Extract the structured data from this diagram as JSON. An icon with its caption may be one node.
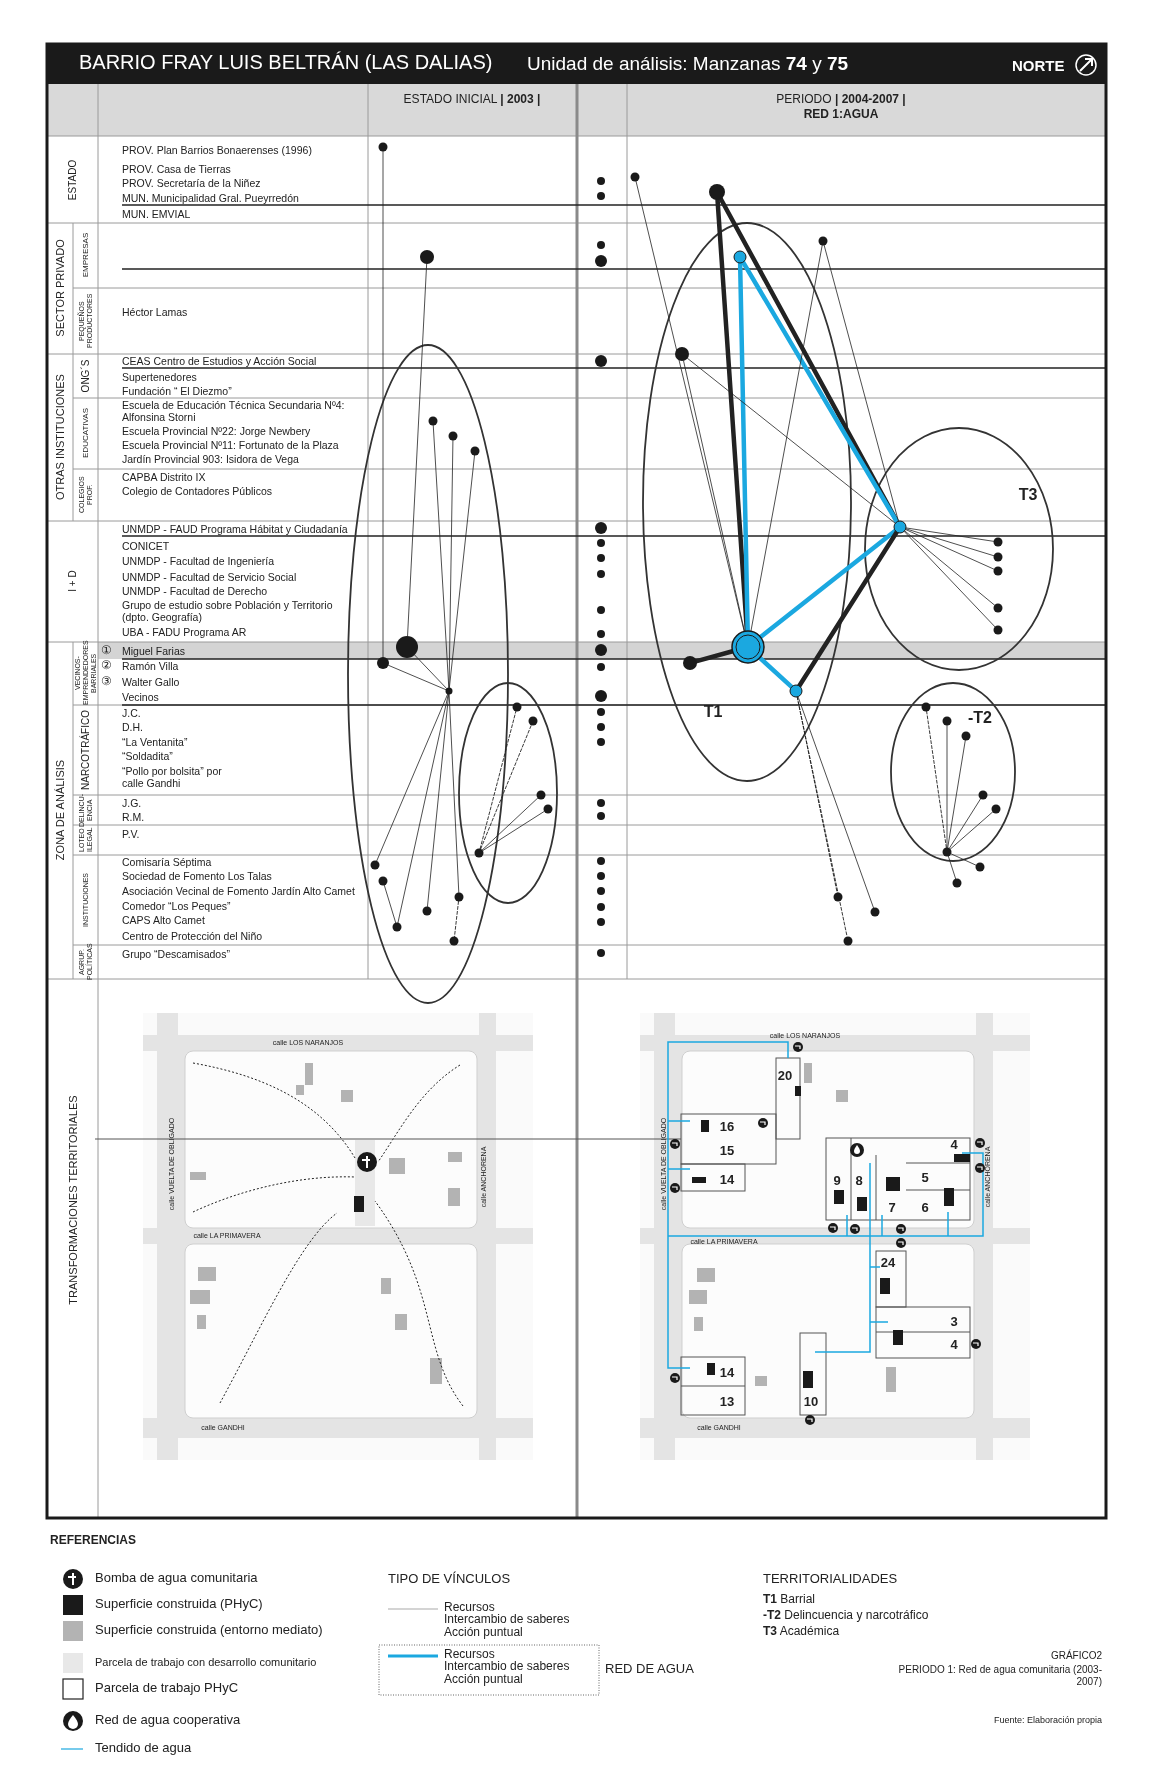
{
  "diagram": {
    "title": "BARRIO FRAY LUIS BELTRÁN (LAS DALIAS)",
    "nodes": [
      {
        "text": [],
        "shape": "circle"
      },
      {
        "text": [],
        "shape": "circle"
      },
      {
        "text": [],
        "shape": "circle"
      },
      {
        "text": [],
        "shape": "circle"
      },
      {
        "text": [],
        "shape": "circle"
      },
      {
        "text": [],
        "shape": "circle"
      },
      {
        "text": [],
        "shape": "circle"
      },
      {
        "text": [],
        "shape": "circle"
      },
      {
        "text": [],
        "shape": "circle"
      },
      {
        "text": [],
        "shape": "circle"
      },
      {
        "text": [],
        "shape": "circle"
      },
      {
        "text": [],
        "shape": "circle"
      },
      {
        "text": [],
        "shape": "circle"
      },
      {
        "text": [],
        "shape": "circle"
      },
      {
        "text": [],
        "shape": "circle"
      },
      {
        "text": [],
        "shape": "circle"
      },
      {
        "text": [],
        "shape": "circle"
      },
      {
        "text": [],
        "shape": "circle"
      },
      {
        "text": [],
        "shape": "circle"
      },
      {
        "text": [],
        "shape": "circle"
      },
      {
        "text": [],
        "shape": "circle"
      },
      {
        "text": [],
        "shape": "circle"
      },
      {
        "text": [],
        "shape": "circle"
      },
      {
        "text": [],
        "shape": "circle"
      },
      {
        "text": [],
        "shape": "circle"
      },
      {
        "text": [],
        "shape": "circle"
      },
      {
        "text": [],
        "shape": "circle"
      },
      {
        "text": [],
        "shape": "circle"
      },
      {
        "text": [],
        "shape": "circle"
      },
      {
        "text": [],
        "shape": "circle"
      },
      {
        "text": [],
        "shape": "circle"
      },
      {
        "text": [],
        "shape": "circle"
      },
      {
        "text": [],
        "shape": "circle"
      },
      {
        "text": [],
        "shape": "circle"
      },
      {
        "text": [],
        "shape": "circle"
      },
      {
        "text": [],
        "shape": "circle"
      },
      {
        "text": [],
        "shape": "circle"
      },
      {
        "text": [],
        "shape": "circle"
      },
      {
        "text": [],
        "shape": "circle"
      },
      {
        "text": [],
        "shape": "circle"
      },
      {
        "text": [],
        "shape": "circle"
      },
      {
        "text": [],
        "shape": "circle"
      },
      {
        "text": [],
        "shape": "circle"
      },
      {
        "text": [],
        "shape": "circle"
      }
    ],
    "edges": [
      {
        "from": 0,
        "to": 6,
        "arrow": "none"
      },
      {
        "from": 1,
        "to": 5,
        "arrow": "none"
      },
      {
        "from": 2,
        "to": 7,
        "arrow": "none"
      },
      {
        "from": 3,
        "to": 7,
        "arrow": "none"
      },
      {
        "from": 4,
        "to": 7,
        "arrow": "none"
      },
      {
        "from": 5,
        "to": 7,
        "arrow": "none"
      },
      {
        "from": 6,
        "to": 7,
        "arrow": "none"
      },
      {
        "from": 7,
        "to": 13,
        "arrow": "none"
      },
      {
        "from": 7,
        "to": 17,
        "arrow": "none"
      },
      {
        "from": 7,
        "to": 16,
        "arrow": "none"
      },
      {
        "from": 7,
        "to": 15,
        "arrow": "none"
      },
      {
        "from": 15,
        "to": 18,
        "arrow": "none",
        "style": "dashed"
      },
      {
        "from": 14,
        "to": 17,
        "arrow": "none"
      },
      {
        "from": 12,
        "to": 8,
        "arrow": "none",
        "style": "dashed"
      },
      {
        "from": 12,
        "to": 9,
        "arrow": "none",
        "style": "dashed"
      },
      {
        "from": 12,
        "to": 10,
        "arrow": "none"
      },
      {
        "from": 12,
        "to": 11,
        "arrow": "none"
      },
      {
        "from": 19,
        "to": 30,
        "arrow": "none"
      },
      {
        "from": 20,
        "to": 30,
        "arrow": "none",
        "style": "thick"
      },
      {
        "from": 20,
        "to": 24,
        "arrow": "none",
        "style": "thick"
      },
      {
        "from": 21,
        "to": 30,
        "arrow": "none",
        "style": "thick",
        "color": "#1ba8e0"
      },
      {
        "from": 21,
        "to": 24,
        "arrow": "none",
        "style": "thick",
        "color": "#1ba8e0"
      },
      {
        "from": 22,
        "to": 30,
        "arrow": "none"
      },
      {
        "from": 22,
        "to": 24,
        "arrow": "none"
      },
      {
        "from": 23,
        "to": 30,
        "arrow": "none"
      },
      {
        "from": 23,
        "to": 24,
        "arrow": "none"
      },
      {
        "from": 24,
        "to": 25,
        "arrow": "none"
      },
      {
        "from": 24,
        "to": 26,
        "arrow": "none"
      },
      {
        "from": 24,
        "to": 27,
        "arrow": "none"
      },
      {
        "from": 24,
        "to": 28,
        "arrow": "none"
      },
      {
        "from": 24,
        "to": 29,
        "arrow": "none"
      },
      {
        "from": 24,
        "to": 30,
        "arrow": "none",
        "style": "thick",
        "color": "#1ba8e0"
      },
      {
        "from": 24,
        "to": 32,
        "arrow": "none",
        "style": "thick"
      },
      {
        "from": 30,
        "to": 31,
        "arrow": "none",
        "style": "thick"
      },
      {
        "from": 30,
        "to": 32,
        "arrow": "none",
        "style": "thick",
        "color": "#1ba8e0"
      },
      {
        "from": 32,
        "to": 41,
        "arrow": "none",
        "style": "dashed"
      },
      {
        "from": 32,
        "to": 42,
        "arrow": "none"
      },
      {
        "from": 32,
        "to": 43,
        "arrow": "none",
        "style": "dashed"
      },
      {
        "from": 38,
        "to": 33,
        "arrow": "none",
        "style": "dashed"
      },
      {
        "from": 38,
        "to": 34,
        "arrow": "none"
      },
      {
        "from": 38,
        "to": 35,
        "arrow": "none"
      },
      {
        "from": 38,
        "to": 36,
        "arrow": "none"
      },
      {
        "from": 38,
        "to": 37,
        "arrow": "none"
      },
      {
        "from": 38,
        "to": 39,
        "arrow": "none"
      },
      {
        "from": 38,
        "to": 40,
        "arrow": "none"
      }
    ],
    "labels": [
      "Unidad de análisis: Manzanas **74** y **75**",
      "NORTE",
      "ESTADO INICIAL **| 2003 |**",
      "PERIODO **| 2004-2007 |**",
      "RED 1:AGUA",
      "ESTADO",
      "SECTOR PRIVADO",
      "EMPRESAS",
      "PEQUEÑOS PRODUCTORES",
      "OTRAS INSTITUCIONES",
      "ONG´S",
      "EDUCATIVAS",
      "COLEGIOS PROF.",
      "I + D",
      "ZONA DE ANÁLISIS",
      "VECINOS-EMPRENDEDORES BARRIALES",
      "NARCOTRÁFICO",
      "DELINCU-ENCIA",
      "LOTEO ILEGAL",
      "INSTITUCIONES",
      "AGRUP. POLÍTICAS",
      "TRANSFORMACIONES TERRITORIALES",
      "PROV. Plan Barrios Bonaerenses (1996)",
      "PROV. Casa de Tierras",
      "PROV. Secretaría de la Niñez",
      "MUN. Municipalidad Gral. Pueyrredón",
      "MUN. EMVIAL",
      "Héctor Lamas",
      "CEAS Centro de Estudios y Acción Social",
      "Supertenedores",
      "Fundación “ El Diezmo”",
      "Escuela de Educación Técnica Secundaria Nº4: Alfonsina Storni",
      "Escuela Provincial Nº22: Jorge Newbery",
      "Escuela Provincial Nº11: Fortunato de la Plaza",
      "Jardín Provincial 903: Isidora de Vega",
      "CAPBA Distrito IX",
      "Colegio de Contadores Públicos",
      "UNMDP - FAUD Programa Hábitat y Ciudadanía",
      "CONICET",
      "UNMDP - Facultad de Ingeniería",
      "UNMDP - Facultad de Servicio Social",
      "UNMDP - Facultad de Derecho",
      "Grupo de estudio sobre Población y Territorio (dpto. Geografía)",
      "UBA - FADU Programa AR",
      "①",
      "Miguel Farias",
      "②",
      "Ramón Villa",
      "③",
      "Walter Gallo",
      "Vecinos",
      "J.C.",
      "D.H.",
      "“La Ventanita”",
      "“Soldadita”",
      "“Pollo por bolsita” por calle Gandhi",
      "J.G.",
      "R.M.",
      "P.V.",
      "Comisaría Séptima",
      "Sociedad de Fomento Los Talas",
      "Asociación Vecinal de Fomento Jardín Alto Camet",
      "Comedor “Los Peques”",
      "CAPS Alto Camet",
      "Centro de Protección del Niño",
      "Grupo “Descamisados”",
      "T3",
      "T1",
      "-T2",
      "calle LOS NARANJOS",
      "calle VUELTA DE OBLIGADO",
      "calle ANCHORENA",
      "calle LA PRIMAVERA",
      "calle GANDHI",
      "calle LOS NARANJOS",
      "calle VUELTA DE OBLIGADO",
      "calle ANCHORENA",
      "calle LA PRIMAVERA",
      "calle GANDHI",
      "20",
      "16",
      "15",
      "14",
      "9",
      "8",
      "4",
      "5",
      "7",
      "6",
      "24",
      "3",
      "4",
      "14",
      "13",
      "10",
      "REFERENCIAS",
      "TIPO DE VÍNCULOS",
      "RED DE AGUA",
      "TERRITORIALIDADES",
      "**T1**  Barrial",
      "**-T2**  Delincuencia y narcotráfico",
      "**T3**  Académica",
      "GRÁFICO2",
      "PERIODO 1: Red de agua comunitaria (2003-2007)",
      "Fuente: Elaboración propia"
    ],
    "legend": [
      {
        "text": "Bomba de agua comunitaria"
      },
      {
        "text": "Superficie construida (PHyC)",
        "color": "#1a1a1a"
      },
      {
        "text": "Superficie construida (entorno mediato)",
        "color": "#b3b3b3"
      },
      {
        "text": "Parcela de trabajo con desarrollo comunitario",
        "color": "#e8e8e8"
      },
      {
        "text": "Parcela de trabajo PHyC"
      },
      {
        "text": "Red de agua cooperativa"
      },
      {
        "text": "Tendido de agua"
      },
      {
        "text": "Recursos"
      },
      {
        "text": "Intercambio de saberes"
      },
      {
        "text": "Acción puntual"
      },
      {
        "text": "Recursos"
      },
      {
        "text": "Intercambio de saberes"
      },
      {
        "text": "Acción puntual"
      }
    ]
  }
}
